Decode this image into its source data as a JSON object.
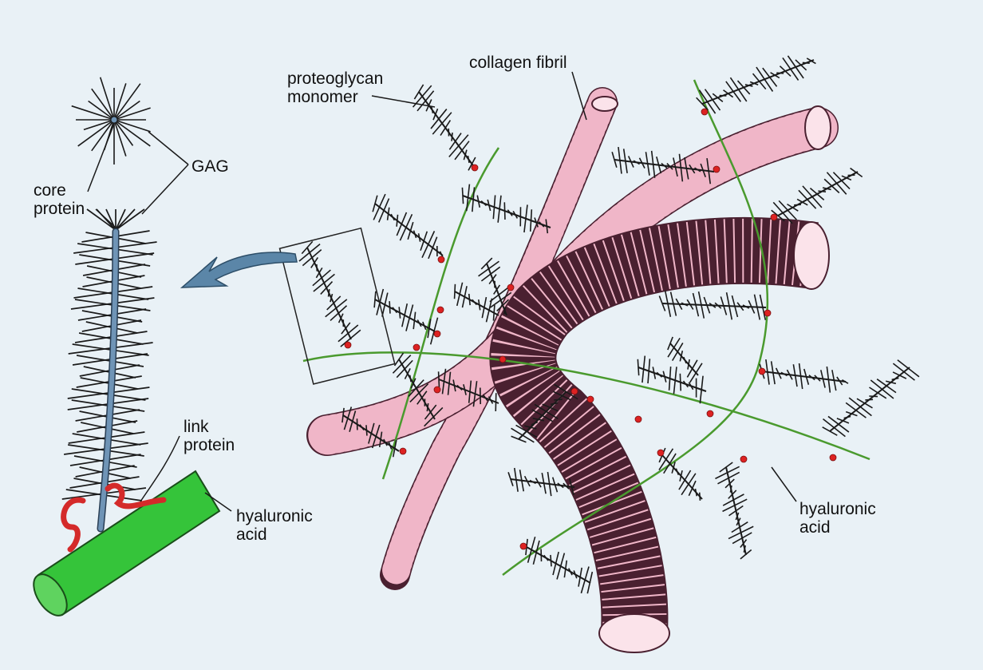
{
  "labels": {
    "proteoglycan_monomer": "proteoglycan\nmonomer",
    "collagen_fibril": "collagen fibril",
    "gag": "GAG",
    "core_protein": "core\nprotein",
    "link_protein": "link\nprotein",
    "hyaluronic_acid_left": "hyaluronic\nacid",
    "hyaluronic_acid_right": "hyaluronic\nacid"
  },
  "colors": {
    "background": "#e9f1f6",
    "collagen": "#f0b6c8",
    "hyaluronic_strand": "#4a9a2e",
    "hyaluronic_rod": "#35c43a",
    "core_protein": "#6f94b6",
    "link_protein": "#d42a2a",
    "gag_lines": "#1a1a1a",
    "arrow": "#5b86a8"
  }
}
